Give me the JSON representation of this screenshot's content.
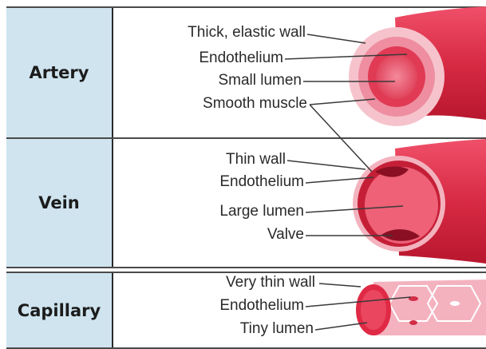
{
  "rows": {
    "artery": {
      "label": "Artery",
      "callouts": [
        "Thick, elastic wall",
        "Endothelium",
        "Small lumen",
        "Smooth muscle"
      ]
    },
    "vein": {
      "label": "Vein",
      "callouts": [
        "Thin wall",
        "Endothelium",
        "Large lumen",
        "Valve"
      ]
    },
    "capillary": {
      "label": "Capillary",
      "callouts": [
        "Very thin wall",
        "Endothelium",
        "Tiny lumen"
      ]
    }
  },
  "colors": {
    "label_bg": "#cfe4ef",
    "vessel_red": "#e0334a",
    "vessel_dark": "#b0162c",
    "lumen_pink": "#f07a8a",
    "capillary_pink": "#f6c6cf"
  }
}
